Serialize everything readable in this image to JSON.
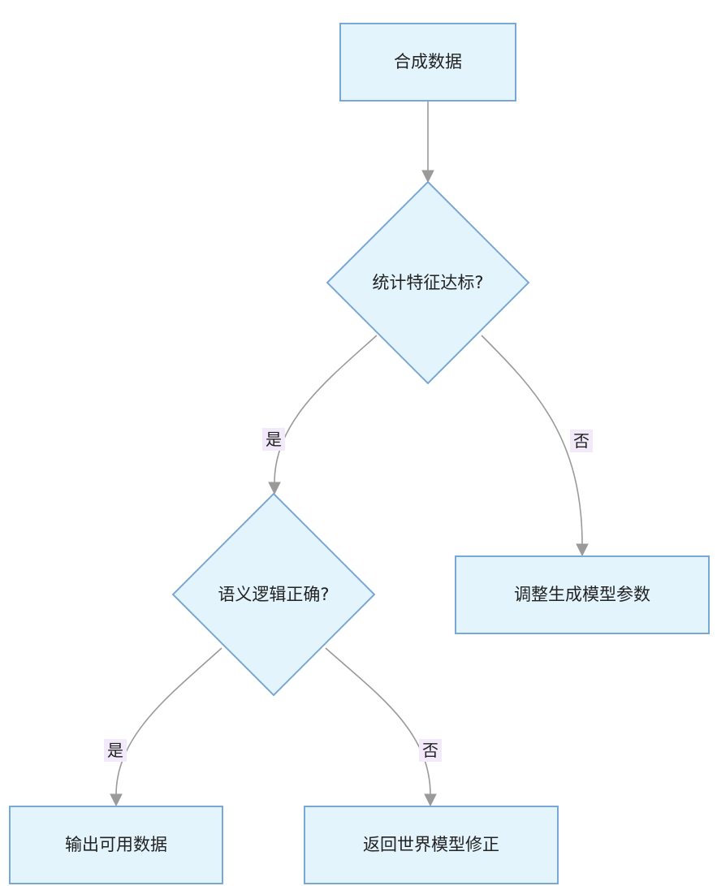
{
  "nodes": {
    "synthesize": {
      "label": "合成数据"
    },
    "stats_check": {
      "label": "统计特征达标?"
    },
    "logic_check": {
      "label": "语义逻辑正确?"
    },
    "adjust_params": {
      "label": "调整生成模型参数"
    },
    "output_data": {
      "label": "输出可用数据"
    },
    "return_world_model": {
      "label": "返回世界模型修正"
    }
  },
  "edges": {
    "stats_yes": {
      "label": "是"
    },
    "stats_no": {
      "label": "否"
    },
    "logic_yes": {
      "label": "是"
    },
    "logic_no": {
      "label": "否"
    }
  },
  "colors": {
    "node_fill": "#e3f4fd",
    "node_stroke": "#78a8d8",
    "edge": "#9a9a9a",
    "edge_label_bg": "#f2eafb"
  }
}
